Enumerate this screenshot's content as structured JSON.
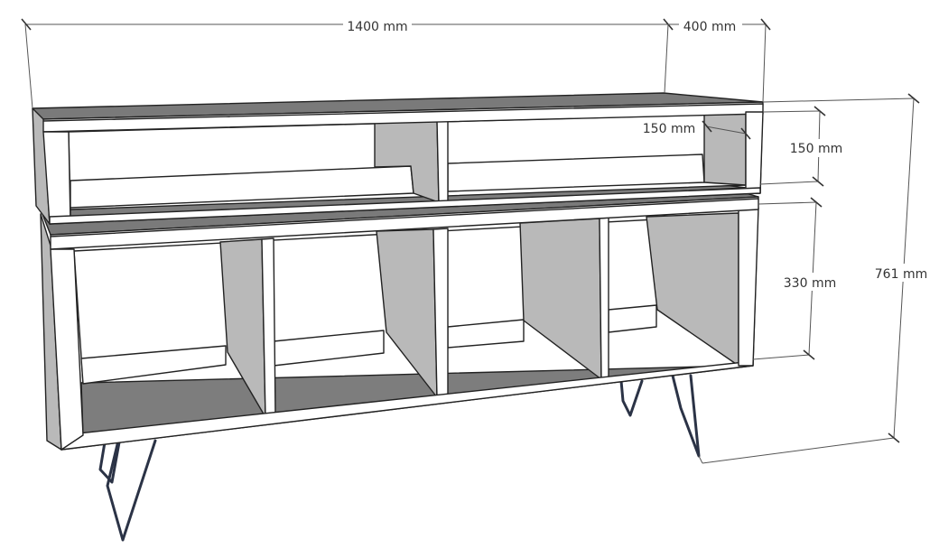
{
  "dimensions": {
    "width": "1400 mm",
    "depth": "400 mm",
    "height": "761 mm",
    "upper_shelf_height": "150 mm",
    "upper_shelf_depth": "150 mm",
    "lower_shelf_height": "330 mm"
  },
  "colors": {
    "panel_face": "#ffffff",
    "panel_top": "#7a7a7a",
    "side_panel": "#b9b9b9",
    "floor": "#7d7d7d",
    "leg": "#2b3346",
    "line": "#222222"
  }
}
